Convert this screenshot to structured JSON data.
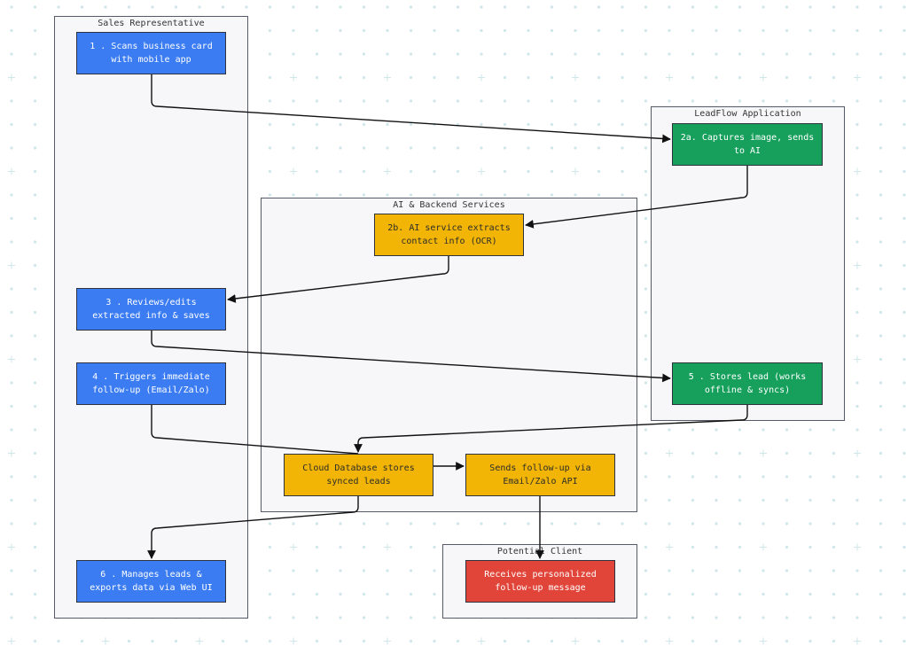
{
  "lanes": {
    "sales": "Sales Representative",
    "leadflow": "LeadFlow Application",
    "backend": "AI & Backend Services",
    "client": "Potential Client"
  },
  "nodes": {
    "n1": "1 . Scans business card with mobile app",
    "n2a": "2a. Captures image, sends to AI",
    "n2b": "2b. AI service extracts contact info (OCR)",
    "n3": "3 . Reviews/edits extracted info & saves",
    "n4": "4 . Triggers immediate follow-up (Email/Zalo)",
    "n5": "5 . Stores lead (works offline & syncs)",
    "db": "Cloud Database stores synced leads",
    "send": "Sends follow-up via Email/Zalo API",
    "n6": "6 . Manages leads & exports data via Web UI",
    "recv": "Receives personalized follow-up message"
  },
  "colors": {
    "sales_rep": "#3b7cf2",
    "app": "#16a05c",
    "backend": "#f2b505",
    "client": "#e1453a"
  }
}
